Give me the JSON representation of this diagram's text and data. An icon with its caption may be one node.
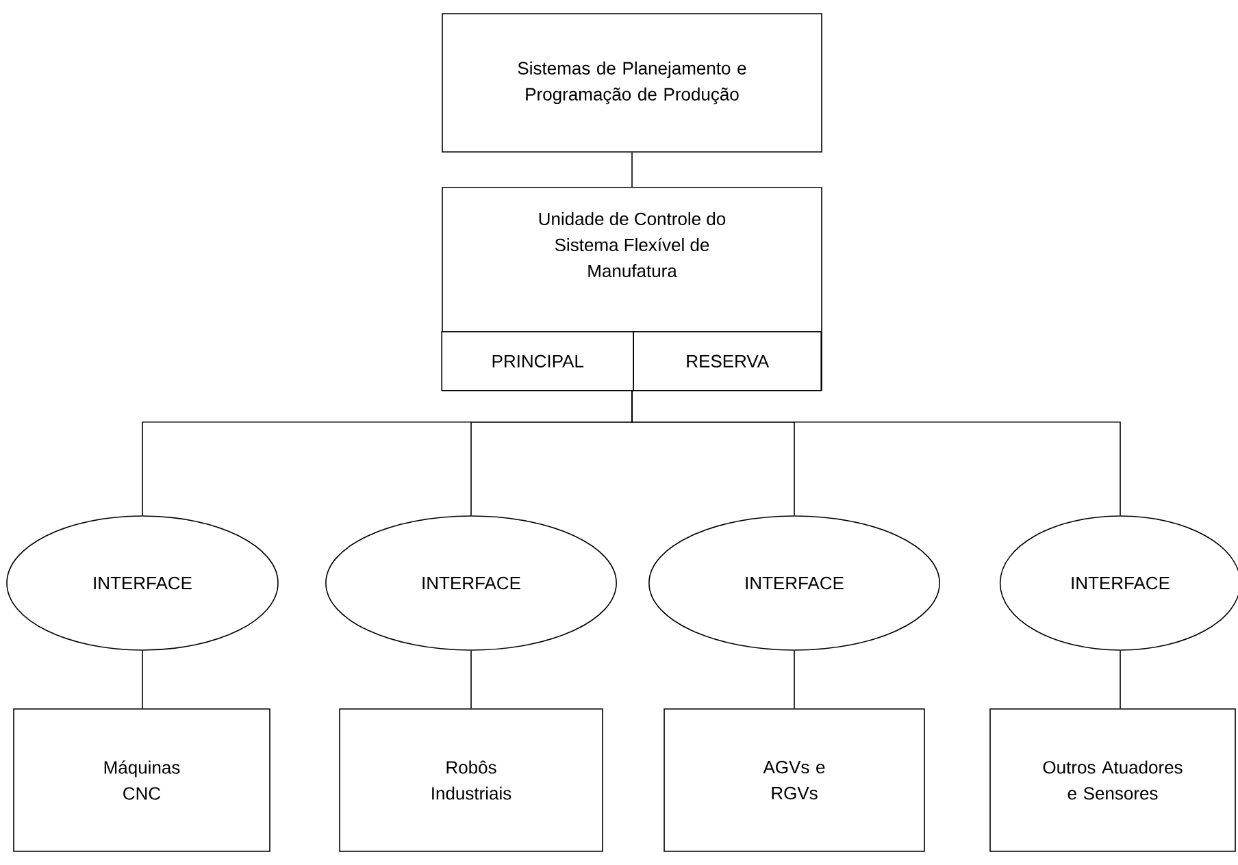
{
  "diagram": {
    "nodes": [
      {
        "text": [
          "Sistemas de Planejamento e Programação de Produção"
        ]
      },
      {
        "text": [
          "Unidade de Controle do Sistema Flexível de Manufatura"
        ]
      },
      {
        "text": [
          "PRINCIPAL"
        ],
        "in": 1
      },
      {
        "text": [
          "RESERVA"
        ],
        "in": 1
      },
      {
        "text": [
          "INTERFACE"
        ]
      },
      {
        "text": [
          "INTERFACE"
        ]
      },
      {
        "text": [
          "INTERFACE"
        ]
      },
      {
        "text": [
          "INTERFACE"
        ]
      },
      {
        "text": [
          "Máquinas CNC"
        ]
      },
      {
        "text": [
          "Robôs Industriais"
        ]
      },
      {
        "text": [
          "AGVs e RGVs"
        ]
      },
      {
        "text": [
          "Outros Atuadores e Sensores"
        ]
      }
    ],
    "edges": [
      {
        "from": 0,
        "to": 1,
        "arrow": "none"
      },
      {
        "from": 1,
        "to": 4,
        "arrow": "none"
      },
      {
        "from": 1,
        "to": 5,
        "arrow": "none"
      },
      {
        "from": 1,
        "to": 6,
        "arrow": "none"
      },
      {
        "from": 1,
        "to": 7,
        "arrow": "none"
      },
      {
        "from": 4,
        "to": 8,
        "arrow": "none"
      },
      {
        "from": 5,
        "to": 9,
        "arrow": "none"
      },
      {
        "from": 6,
        "to": 10,
        "arrow": "none"
      },
      {
        "from": 7,
        "to": 11,
        "arrow": "none"
      }
    ]
  }
}
